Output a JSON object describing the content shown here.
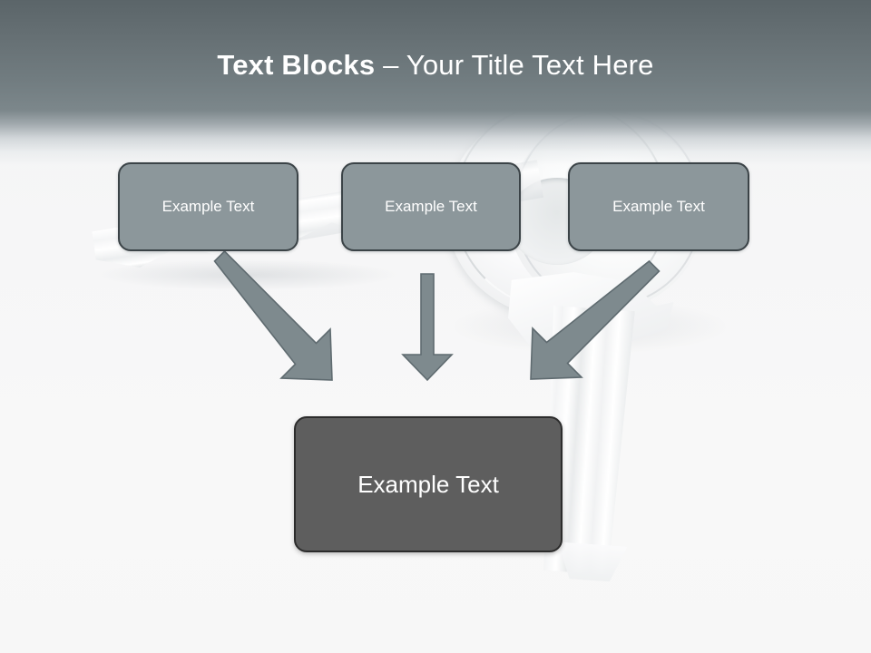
{
  "slide": {
    "title": {
      "bold_part": "Text Blocks",
      "separator": " – ",
      "regular_part": "Your Title Text Here",
      "full": "Text Blocks – Your Title Text Here"
    },
    "background_image": "keys-photo",
    "colors": {
      "header_gradient_top": "#5b6569",
      "header_gradient_bottom": "#7c878b",
      "slide_background": "#f7f7f7",
      "top_box_fill": "#8c979b",
      "top_box_border": "#3b4347",
      "bottom_box_fill": "#5e5e5e",
      "bottom_box_border": "#2c2c2c",
      "arrow_fill": "#7e8a8e",
      "arrow_stroke": "#5f6b70",
      "text_color": "#ffffff"
    }
  },
  "top_boxes": [
    {
      "label": "Example Text"
    },
    {
      "label": "Example Text"
    },
    {
      "label": "Example Text"
    }
  ],
  "bottom_box": {
    "label": "Example Text"
  },
  "arrows": [
    {
      "name": "arrow-left-diagonal",
      "direction": "down-right"
    },
    {
      "name": "arrow-middle-vertical",
      "direction": "down"
    },
    {
      "name": "arrow-right-diagonal",
      "direction": "down-left"
    }
  ]
}
